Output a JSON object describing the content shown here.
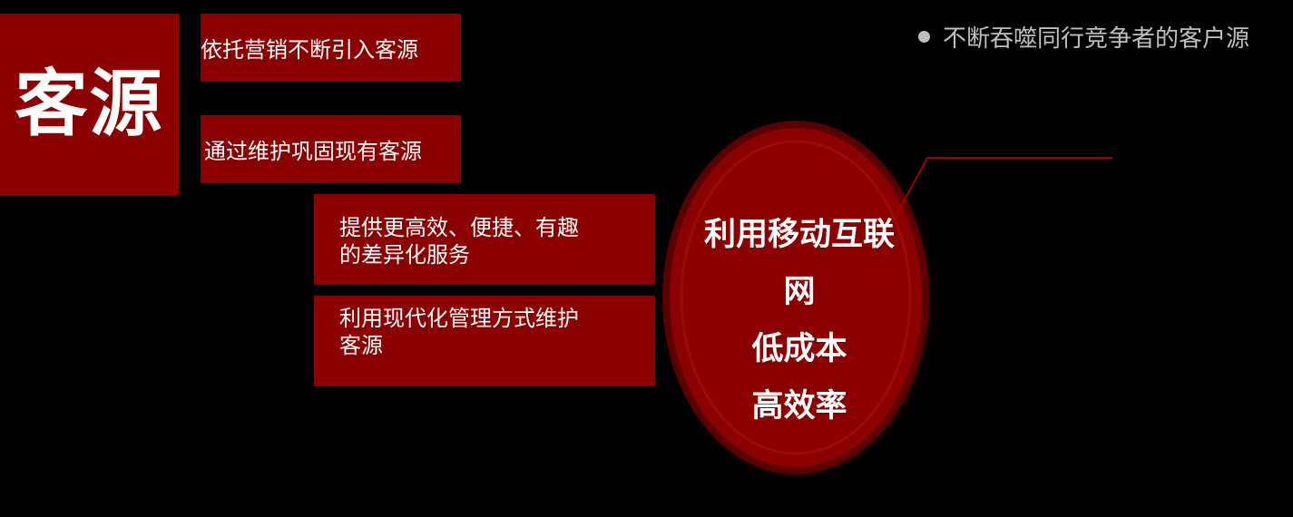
{
  "title": "客源",
  "boxes": {
    "box1": "依托营销不断引入客源",
    "box2": "通过维护巩固现有客源",
    "box3_line1": "提供更高效、便捷、有趣",
    "box3_line2": "的差异化服务",
    "box4_line1": "利用现代化管理方式维护",
    "box4_line2": "客源"
  },
  "bullet": "不断吞噬同行竞争者的客户源",
  "oval": {
    "line1": "利用移动互联",
    "line2": "网",
    "line3": "低成本",
    "line4": "高效率"
  },
  "colors": {
    "background": "#000000",
    "box_fill": "#8b0000",
    "oval_fill": "#8b0000",
    "bullet_text": "#bfbfbf",
    "connector": "#a00000"
  }
}
